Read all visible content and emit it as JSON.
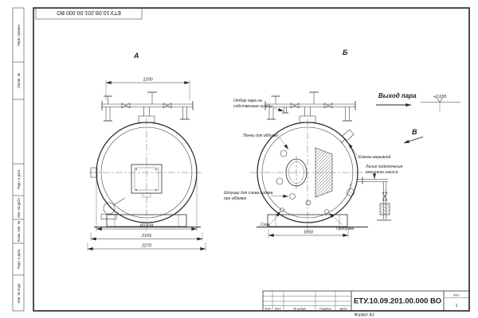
{
  "drawing": {
    "format": "Формат А3"
  },
  "stamp_top": "ЕТУ.10.09.201.00.000 ВО",
  "views": {
    "a_label": "А",
    "b_label": "Б",
    "v_label": "В"
  },
  "dims": {
    "d1200": "1200",
    "d1928": "Ø1928",
    "d2165": "2165",
    "d2270": "2270",
    "d1650": "1650"
  },
  "annotations": {
    "steam_takeoff_1": "Отбор пара на",
    "steam_takeoff_2": "собственные нужды",
    "hatches": "Лючки для обдувки",
    "sludge_1": "Штуцер для слива шлама",
    "sludge_2": "при обдувке",
    "explosion_valve": "Клапан взрывной",
    "pump_line_1": "Линия подключения",
    "pump_line_2": "внешнего насоса",
    "steam_out": "Выход пара",
    "elevation": "+2,655",
    "drain": "Слив",
    "blowdown": "Продувка"
  },
  "title_block": {
    "doc_number": "ЕТУ.10.09.201.00.000 ВО",
    "col_izm": "Изм",
    "col_list": "Лист",
    "col_doc": "№ докум.",
    "col_sign": "Подпись",
    "col_date": "Дата",
    "sheet_label": "Лист",
    "sheet_value": "1"
  },
  "side_strip": {
    "labels": [
      "Перв. примен.",
      "Справ. №",
      "Подп. и дата",
      "Инв. № дубл.",
      "Взам. инв. №",
      "Подп. и дата",
      "Инв. № подл."
    ]
  }
}
